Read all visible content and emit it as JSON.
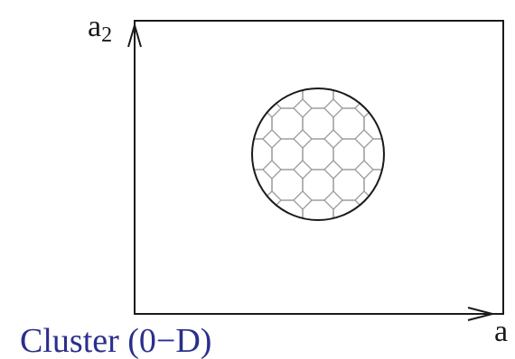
{
  "diagram": {
    "axis_y_label": {
      "base": "a",
      "sub": "2"
    },
    "axis_x_label": {
      "base": "a"
    },
    "caption": "Cluster (0−D)",
    "colors": {
      "line": "#1a1a1a",
      "tile": "#9a9a9a",
      "caption": "#2a2f8c"
    }
  }
}
